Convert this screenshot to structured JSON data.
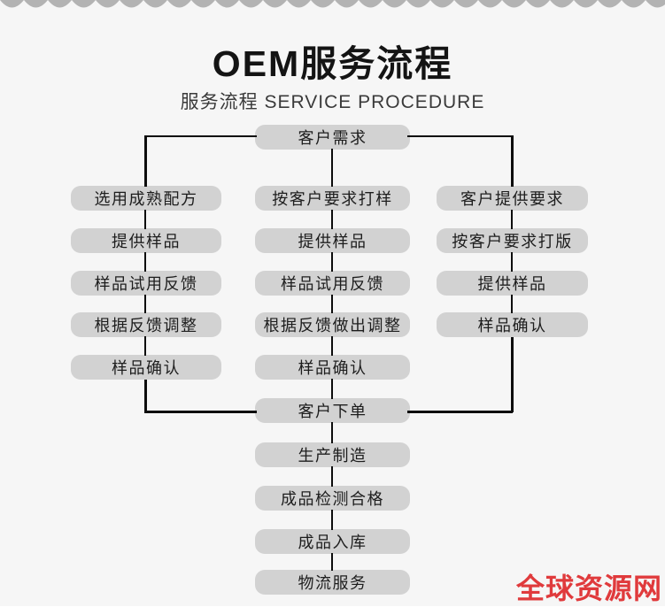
{
  "header": {
    "title": "OEM服务流程",
    "subtitle": "服务流程 SERVICE PROCEDURE"
  },
  "flowchart": {
    "start": "客户需求",
    "left_column": [
      "选用成熟配方",
      "提供样品",
      "样品试用反馈",
      "根据反馈调整",
      "样品确认"
    ],
    "middle_column": [
      "按客户要求打样",
      "提供样品",
      "样品试用反馈",
      "根据反馈做出调整",
      "样品确认"
    ],
    "right_column": [
      "客户提供要求",
      "按客户要求打版",
      "提供样品",
      "样品确认"
    ],
    "merge": "客户下单",
    "tail": [
      "生产制造",
      "成品检测合格",
      "成品入库",
      "物流服务"
    ]
  },
  "footer": {
    "watermark": "全球资源网"
  },
  "colors": {
    "background": "#f6f6f6",
    "node_fill": "#d2d2d2",
    "line": "#0d0d0d",
    "torn_edge": "#b3b3b3",
    "watermark_red": "#e03a3c"
  }
}
